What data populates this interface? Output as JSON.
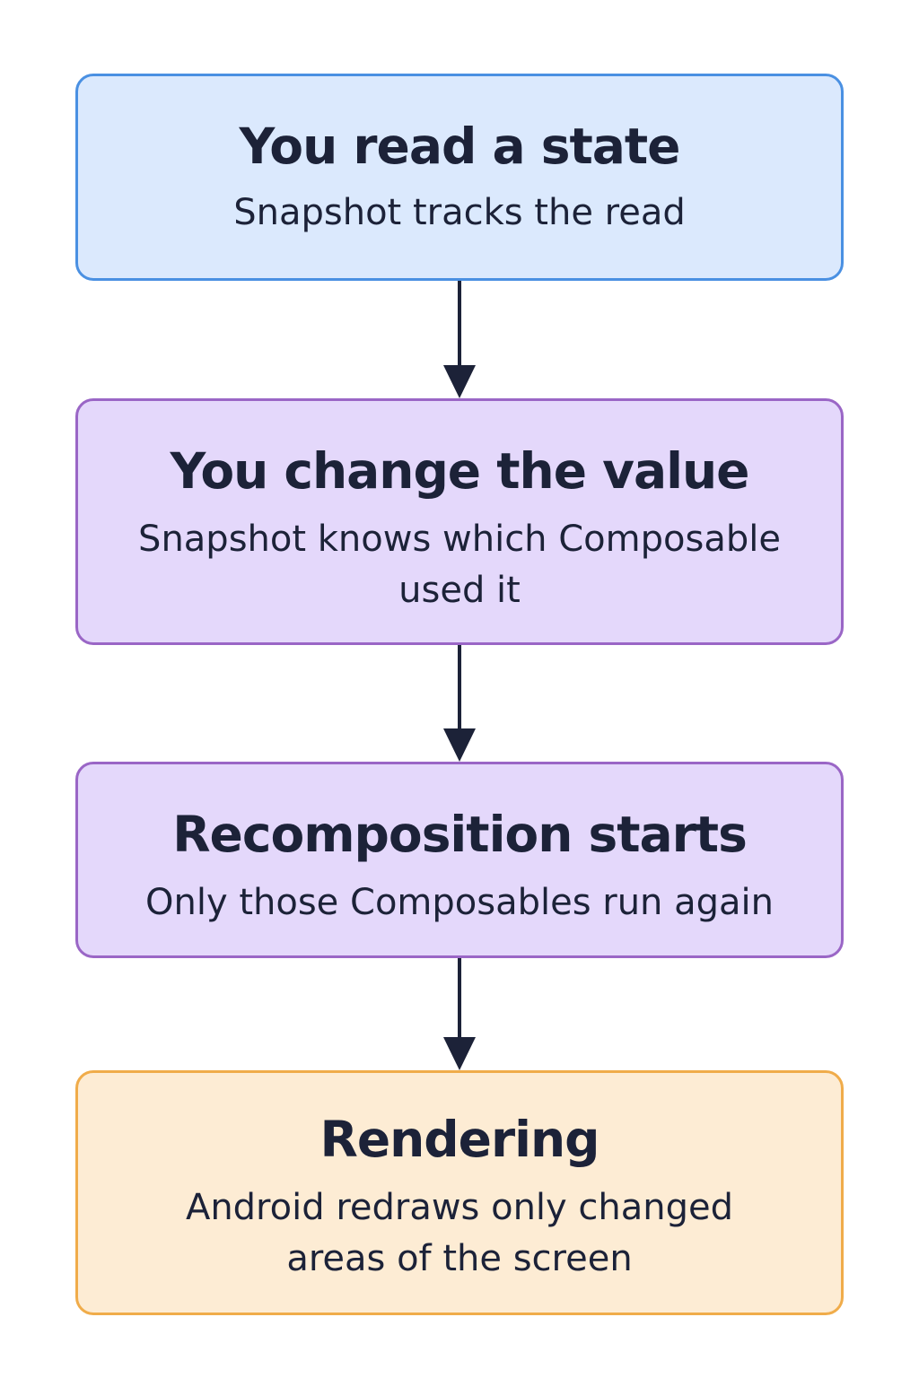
{
  "steps": [
    {
      "title": "You read a state",
      "description": "Snapshot tracks the read"
    },
    {
      "title": "You change the value",
      "description": "Snapshot knows which Composable used it"
    },
    {
      "title": "Recomposition starts",
      "description": "Only those Composables run again"
    },
    {
      "title": "Rendering",
      "description": "Android redraws only changed areas of the screen"
    }
  ],
  "colors": {
    "text": "#1c2238",
    "arrow": "#1c2238",
    "step_1_fill": "#dbe9fd",
    "step_1_border": "#4a90e2",
    "step_2_fill": "#e4d8fb",
    "step_2_border": "#9a66c6",
    "step_3_fill": "#e4d8fb",
    "step_3_border": "#9a66c6",
    "step_4_fill": "#fdecd4",
    "step_4_border": "#f0ac4a"
  }
}
